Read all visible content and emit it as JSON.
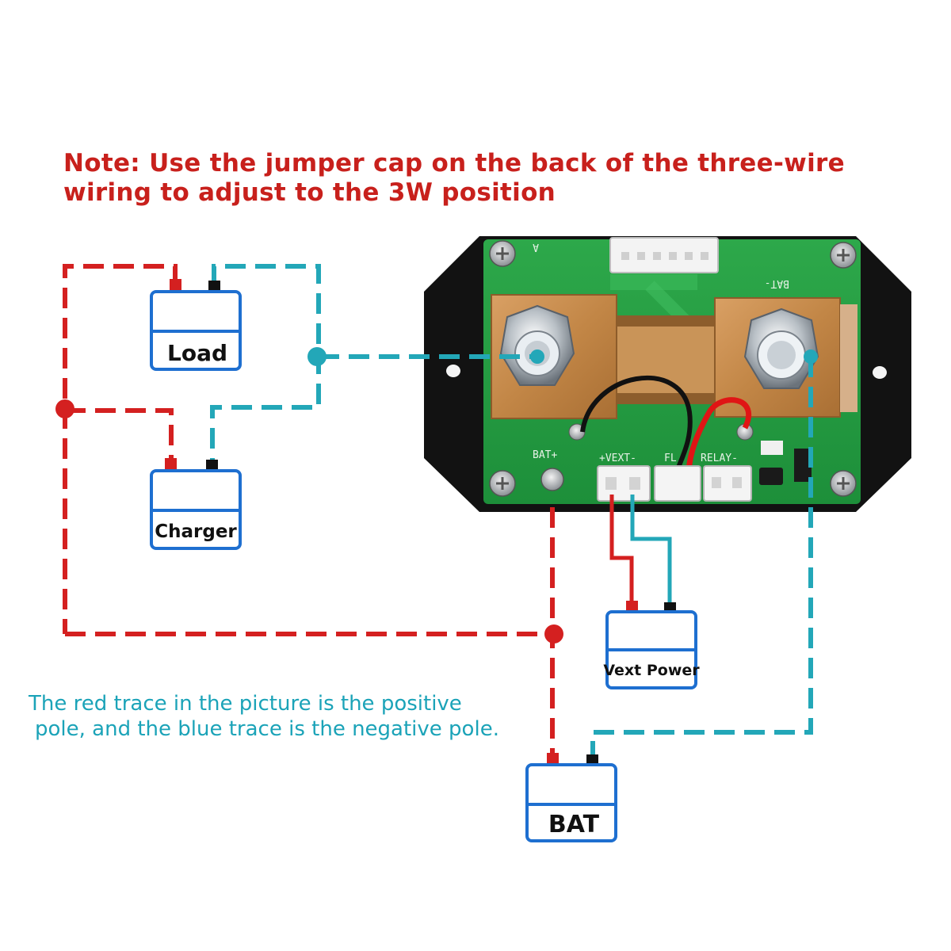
{
  "note": {
    "line1": "Note: Use the jumper cap on the back of the three-wire",
    "line2": "wiring to adjust to the 3W position"
  },
  "legend": {
    "line1": "The red trace in the picture is the positive",
    "line2": "pole, and the blue trace is the negative pole."
  },
  "components": {
    "load": "Load",
    "charger": "Charger",
    "vext_power": "Vext Power",
    "bat": "BAT"
  },
  "board_labels": {
    "a": "A",
    "bat_minus": "BAT-",
    "bat_plus": "BAT+",
    "vext": "+VEXT-",
    "fl": "FL",
    "relay": "RELAY-"
  },
  "colors": {
    "positive": "#d42020",
    "negative": "#23a7b8",
    "note_text": "#c8201c",
    "box_border": "#1e6fd0"
  }
}
